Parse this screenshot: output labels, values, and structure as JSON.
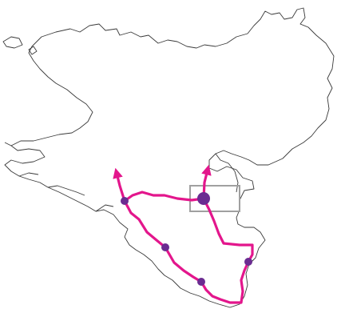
{
  "colors": {
    "background": "#ffffff",
    "coastline": "#3a3a3a",
    "route": "#e3168c",
    "stop": "#6b2c91",
    "highlight_box": "#a0a0a0"
  },
  "map": {
    "stops": [
      {
        "id": "west-stop"
      },
      {
        "id": "central-major-stop"
      },
      {
        "id": "midsouth-stop"
      },
      {
        "id": "south-stop"
      },
      {
        "id": "east-stop"
      }
    ],
    "exits": [
      {
        "id": "west-exit",
        "icon": "arrow-up-icon"
      },
      {
        "id": "central-exit",
        "icon": "arrow-up-icon"
      }
    ],
    "highlight": {
      "id": "central-inset-box"
    }
  }
}
